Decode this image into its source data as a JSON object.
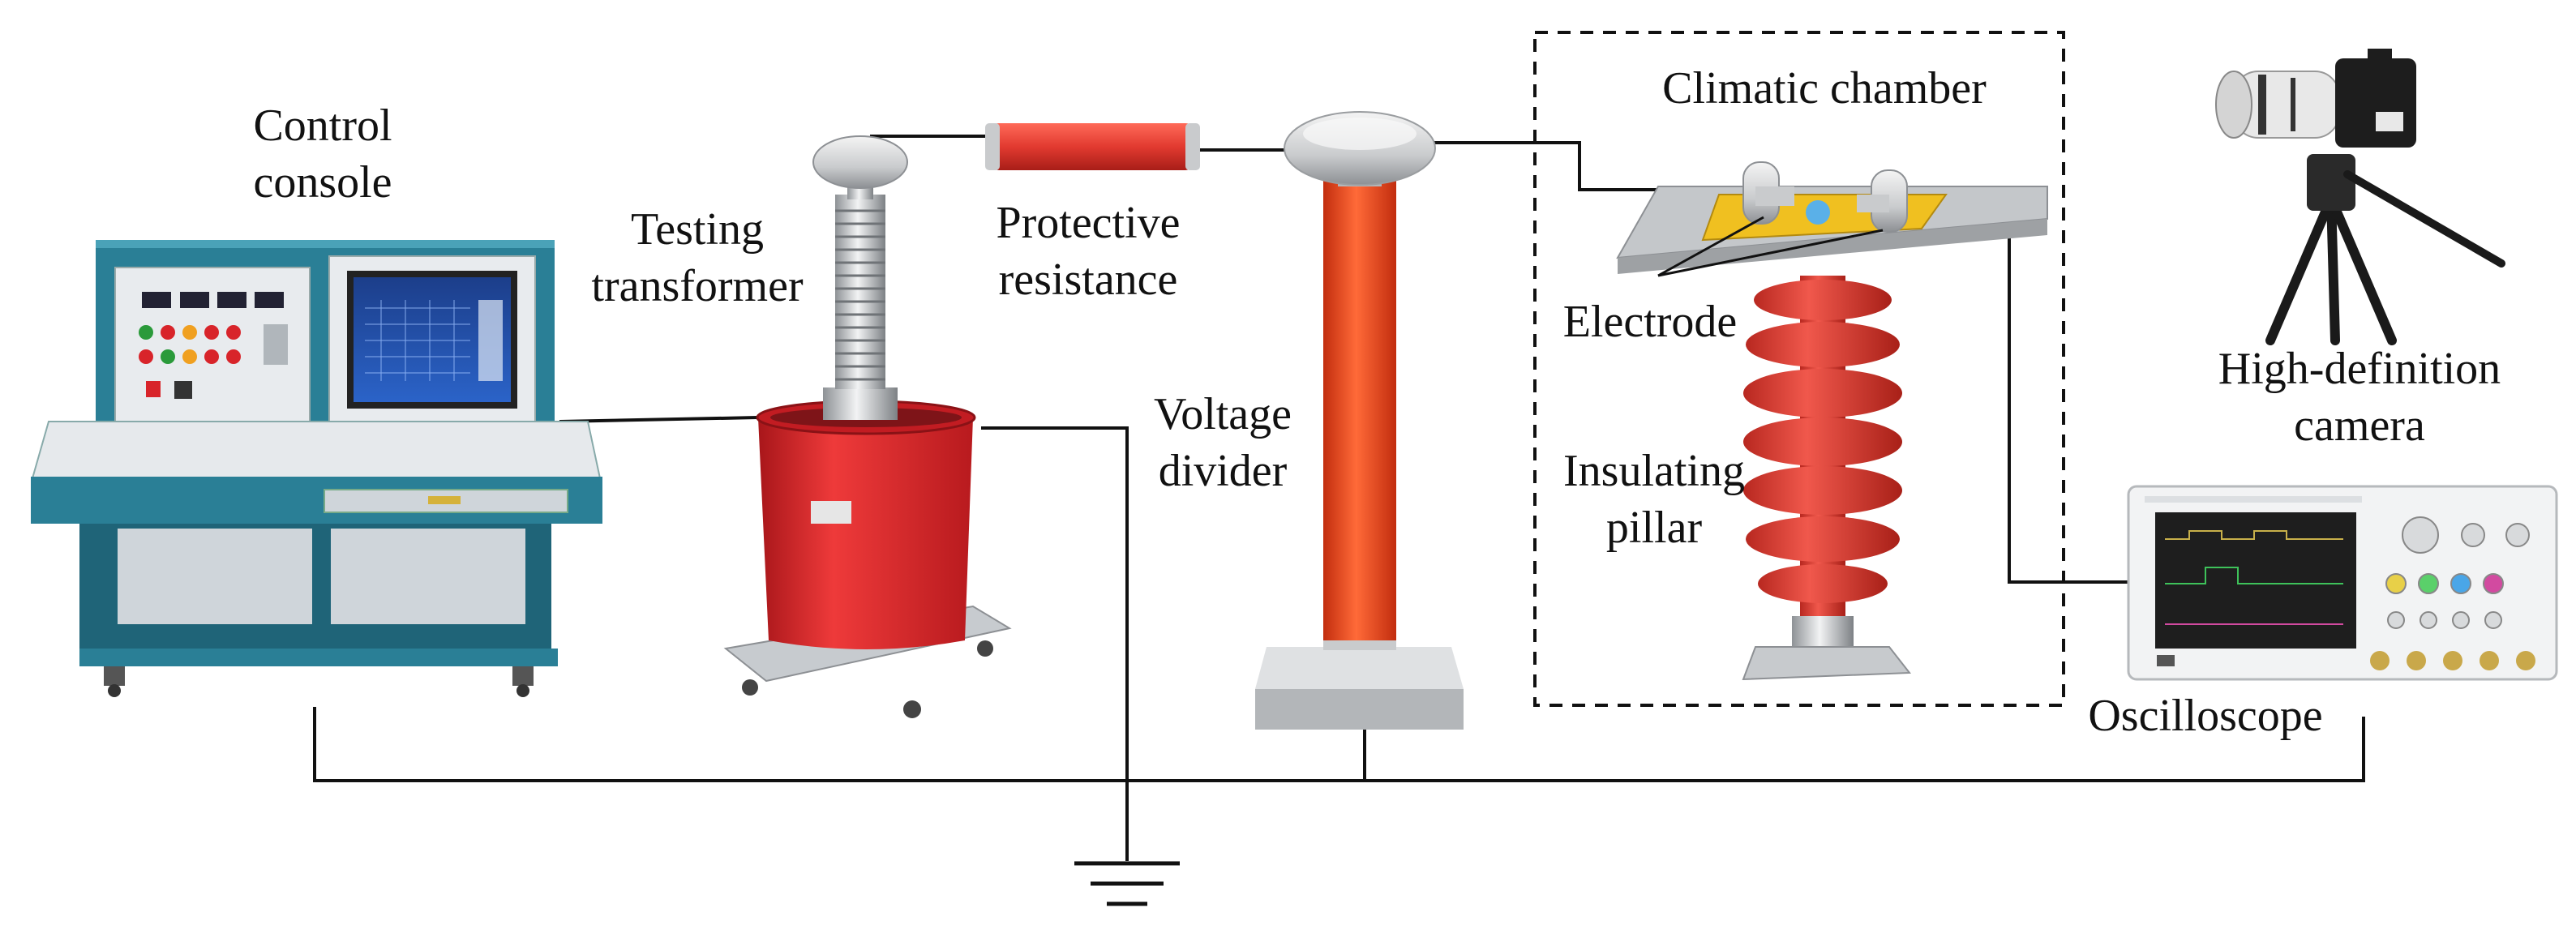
{
  "labels": {
    "control_console": [
      "Control",
      "console"
    ],
    "testing_transformer": [
      "Testing",
      "transformer"
    ],
    "protective_resistance": [
      "Protective",
      "resistance"
    ],
    "voltage_divider": [
      "Voltage",
      "divider"
    ],
    "climatic_chamber": "Climatic chamber",
    "electrode": "Electrode",
    "insulating_pillar": [
      "Insulating",
      "pillar"
    ],
    "camera": [
      "High-definition",
      "camera"
    ],
    "oscilloscope": "Oscilloscope"
  },
  "colors": {
    "console_teal": "#2a7f96",
    "console_dark": "#1f6478",
    "tank_red": "#d8242a",
    "resistor_red": "#e23a30",
    "divider_orange": "#e5421c",
    "pillar_red": "#d93a30",
    "electrode_plate": "#f0c020",
    "metal": "#b5b8bb",
    "wire": "#111111"
  },
  "icons": [
    "control-console-icon",
    "testing-transformer-icon",
    "protective-resistor-icon",
    "voltage-divider-icon",
    "insulating-pillar-icon",
    "camera-icon",
    "oscilloscope-icon",
    "ground-symbol-icon"
  ]
}
